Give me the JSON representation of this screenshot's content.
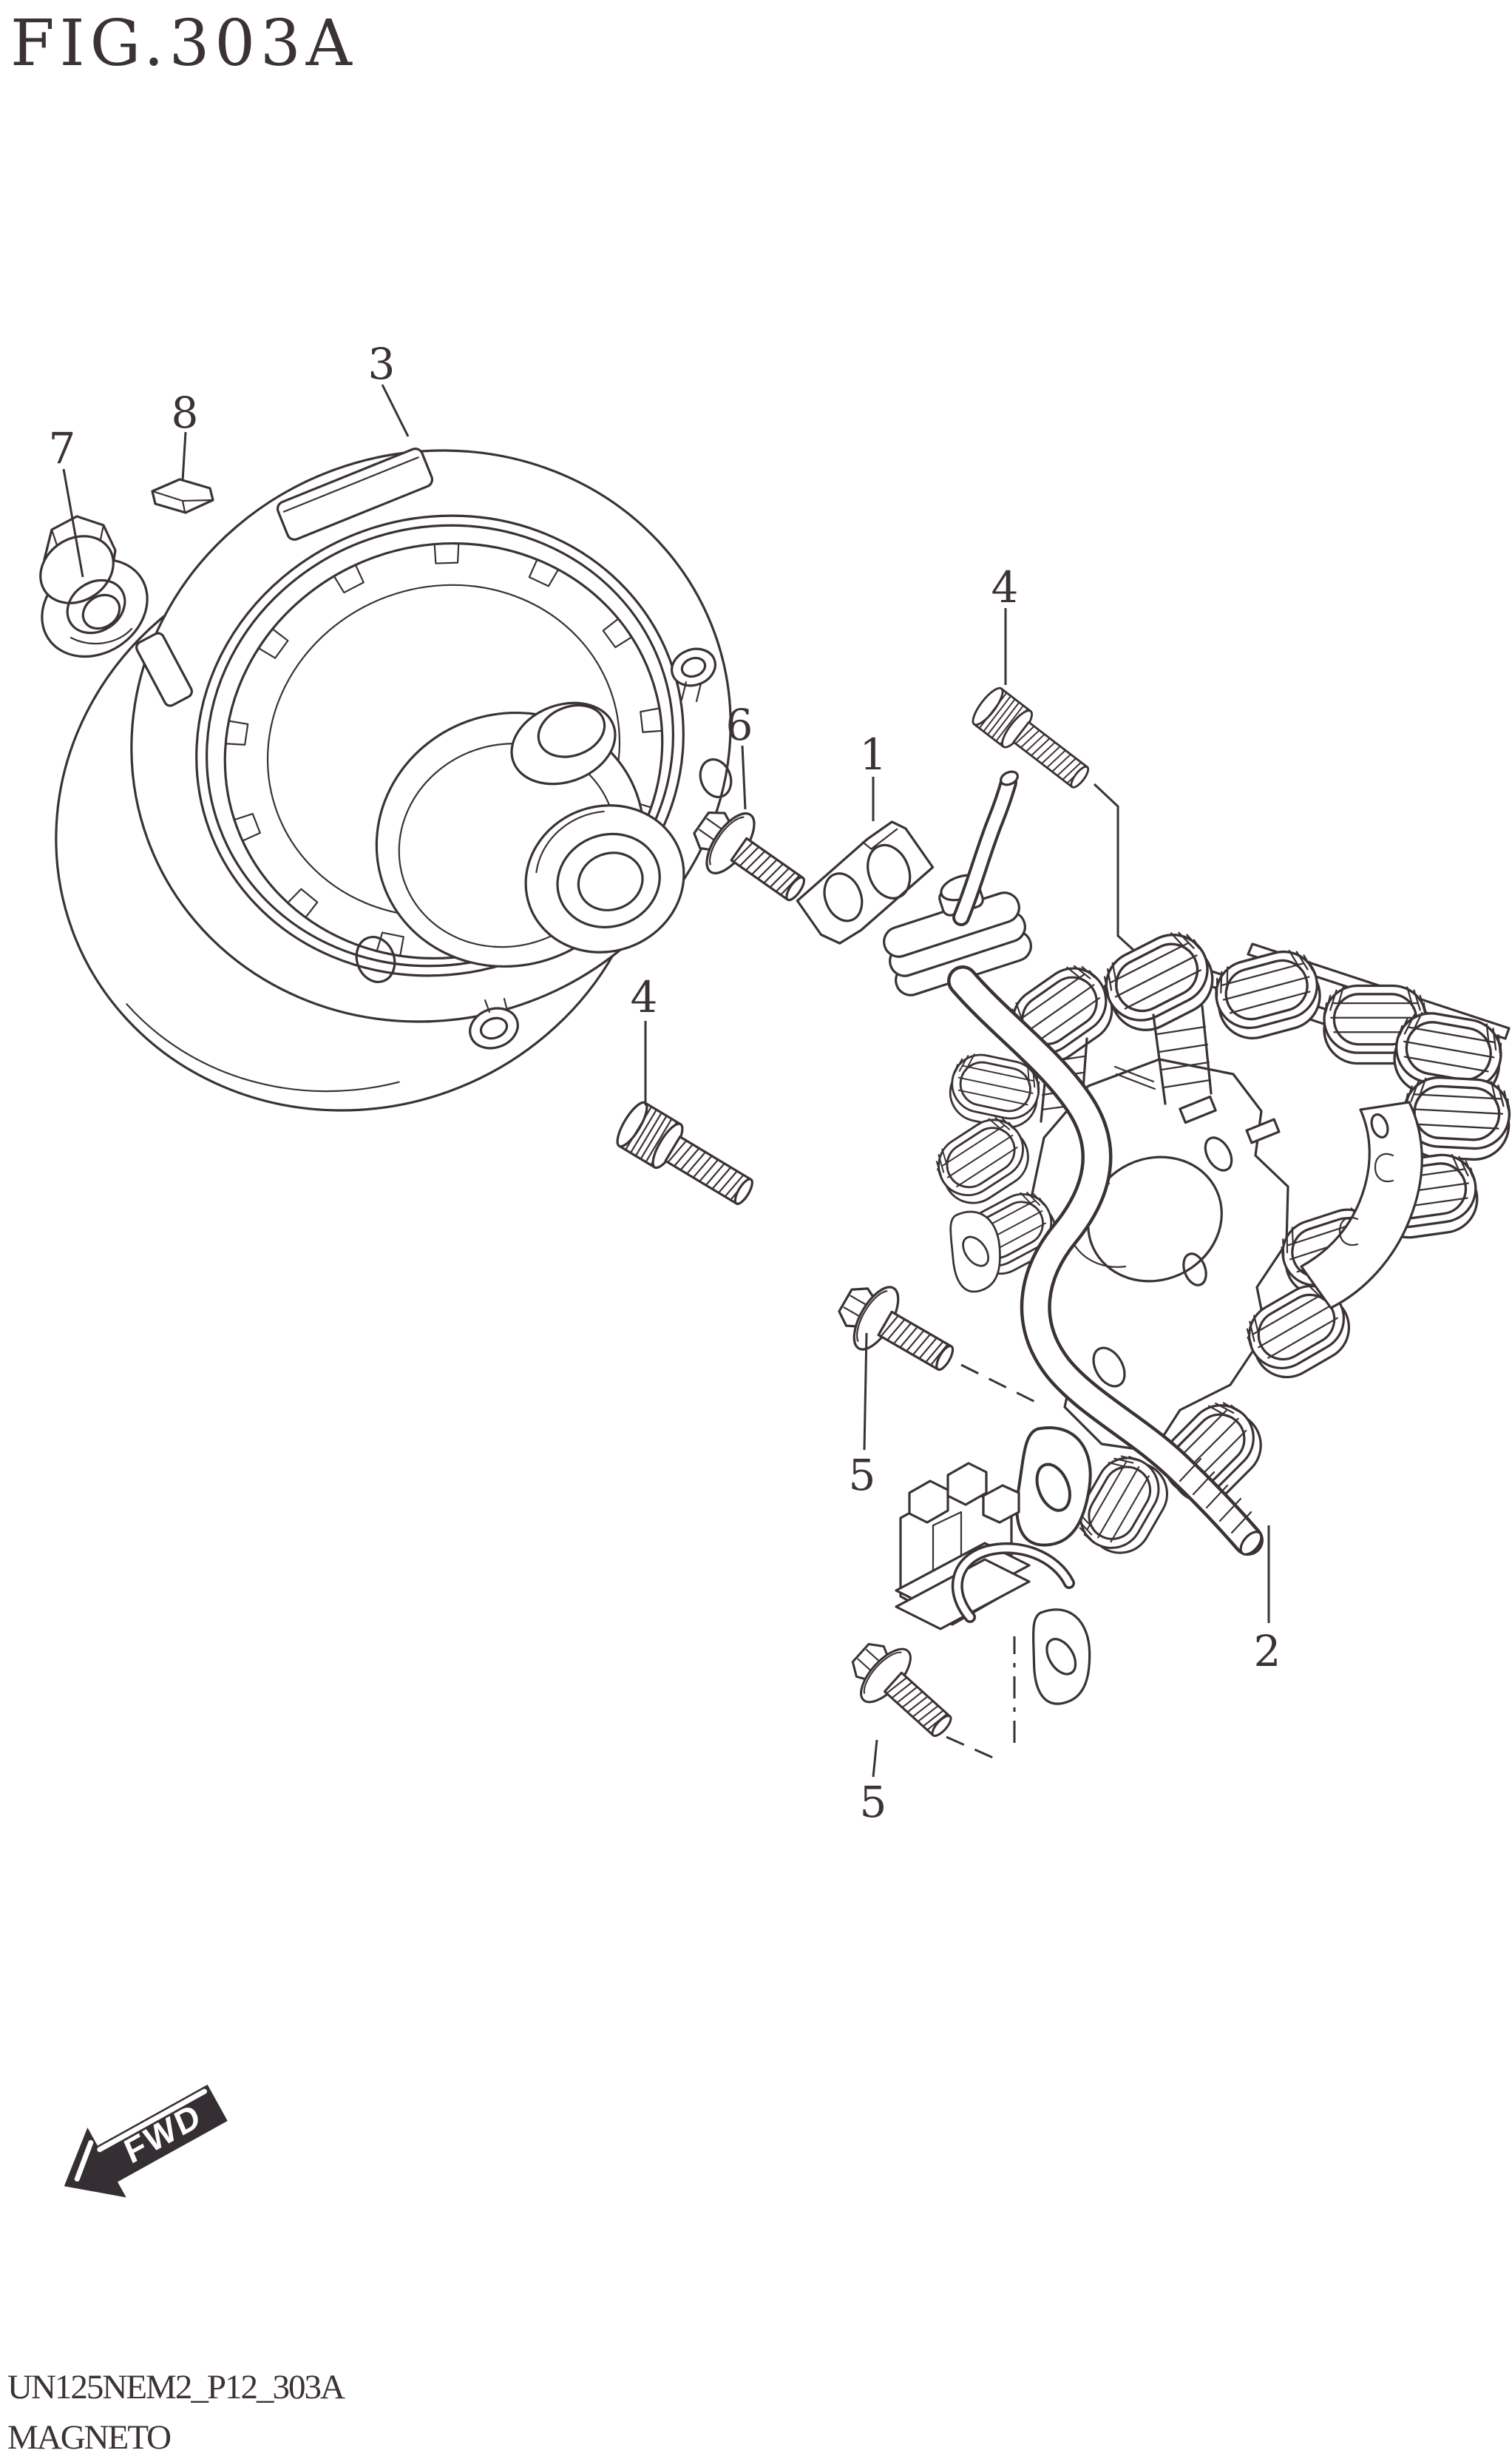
{
  "figure": {
    "title": "FIG.303A"
  },
  "callouts": [
    {
      "part": "flywheel-rotor",
      "label": "3"
    },
    {
      "part": "key",
      "label": "8"
    },
    {
      "part": "nut",
      "label": "7"
    },
    {
      "part": "socket-bolt-upper",
      "label": "4"
    },
    {
      "part": "flange-bolt-cover",
      "label": "6"
    },
    {
      "part": "terminal-plate",
      "label": "1"
    },
    {
      "part": "socket-bolt-middle",
      "label": "4"
    },
    {
      "part": "stator-bolt-upper",
      "label": "5"
    },
    {
      "part": "stator-assembly",
      "label": "2"
    },
    {
      "part": "stator-bolt-lower",
      "label": "5"
    }
  ],
  "direction_badge": {
    "label": "FWD"
  },
  "footer": {
    "code": "UN125NEM2_P12_303A",
    "caption": "MAGNETO"
  },
  "colors": {
    "line": "#3a3236",
    "background": "#ffffff",
    "badge_fill": "#352e32",
    "badge_text": "#ffffff"
  }
}
